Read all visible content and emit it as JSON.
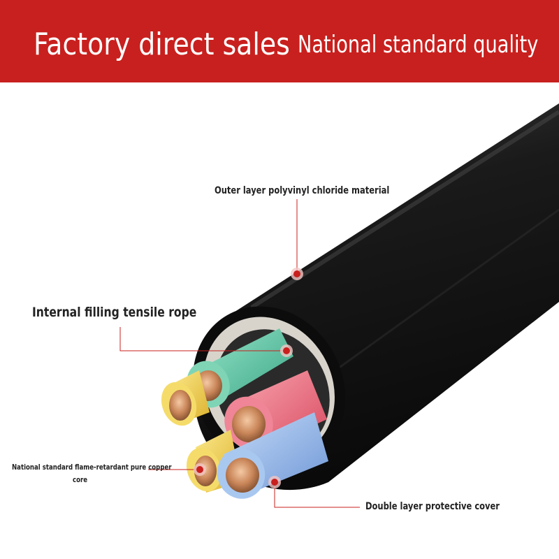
{
  "banner": {
    "left_text": "Factory direct sales",
    "right_text": "National standard quality",
    "color": "#c8201e"
  },
  "callouts": {
    "outer_layer": "Outer layer polyvinyl chloride material",
    "filling_rope": "Internal filling tensile rope",
    "copper_core_line1": "National standard flame-retardant pure copper",
    "copper_core_line2": "core",
    "protective_cover": "Double layer protective cover"
  },
  "colors": {
    "marker": "#c8201e",
    "jacket": "#141414",
    "core_green": "#5fc6a4",
    "core_red": "#e8687a",
    "core_yellow": "#f0d050",
    "core_blue": "#8fb4e6",
    "copper": "#d08c5c"
  }
}
